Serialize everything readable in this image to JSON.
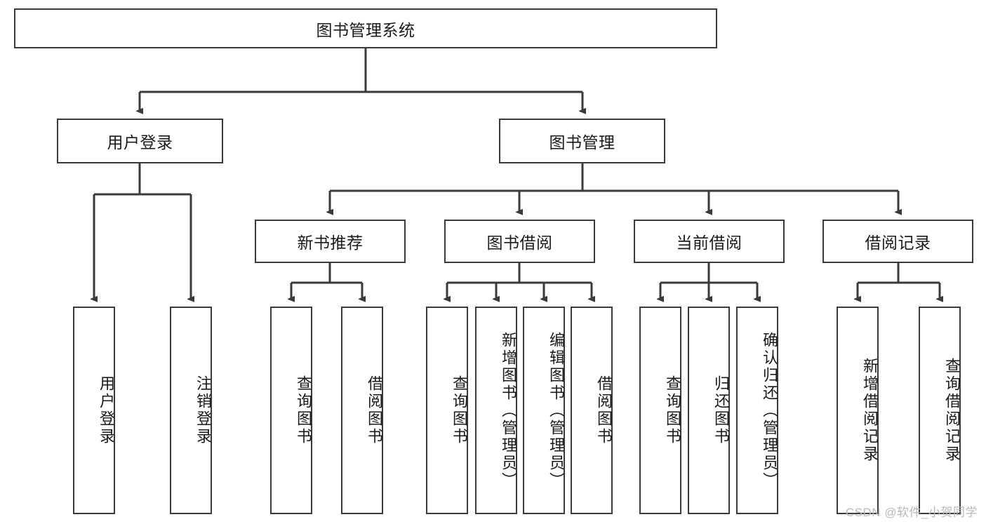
{
  "diagram": {
    "title": "图书管理系统",
    "watermark": "CSDN @软件_小贺同学",
    "line_color": "#3a3a3a",
    "box_fill": "#ffffff",
    "text_color": "#1a1a1a",
    "nodes": {
      "root": "图书管理系统",
      "level2": {
        "user_login": "用户登录",
        "book_manage": "图书管理"
      },
      "level3": {
        "new_book_recommend": "新书推荐",
        "book_borrow": "图书借阅",
        "current_borrow": "当前借阅",
        "borrow_record": "借阅记录"
      },
      "leaves": {
        "user_login_child_1": "用户登录",
        "user_login_child_2": "注销登录",
        "new_book_child_1": "查询图书",
        "new_book_child_2": "借阅图书",
        "book_borrow_child_1": "查询图书",
        "book_borrow_child_2": "新增图书（管理员）",
        "book_borrow_child_3": "编辑图书（管理员）",
        "book_borrow_child_4": "借阅图书",
        "current_borrow_child_1": "查询图书",
        "current_borrow_child_2": "归还图书",
        "current_borrow_child_3": "确认归还（管理员）",
        "borrow_record_child_1": "新增借阅记录",
        "borrow_record_child_2": "查询借阅记录"
      }
    }
  }
}
